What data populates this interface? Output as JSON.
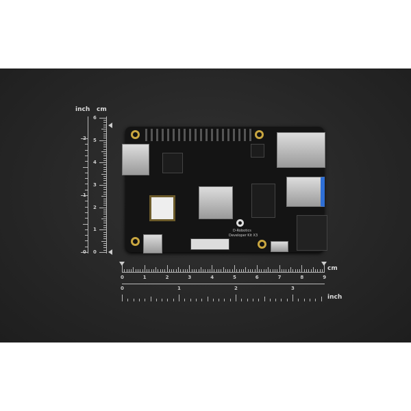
{
  "rulers": {
    "vertical": {
      "unit_left": "inch",
      "unit_right": "cm",
      "cm_labels": [
        "0",
        "1",
        "2",
        "3",
        "4",
        "5",
        "6"
      ],
      "inch_labels": [
        "0",
        "1",
        "2"
      ]
    },
    "horizontal": {
      "unit_top": "cm",
      "unit_bottom": "inch",
      "cm_labels": [
        "0",
        "1",
        "2",
        "3",
        "4",
        "5",
        "6",
        "7",
        "8",
        "9"
      ],
      "inch_labels": [
        "0",
        "1",
        "2",
        "3"
      ]
    }
  },
  "board": {
    "brand": "D-Robotics",
    "model": "Developer Kit X3"
  },
  "colors": {
    "background": "#262626",
    "board": "#141414",
    "gold": "#c9a640",
    "usb3_blue": "#2e6fd6"
  }
}
